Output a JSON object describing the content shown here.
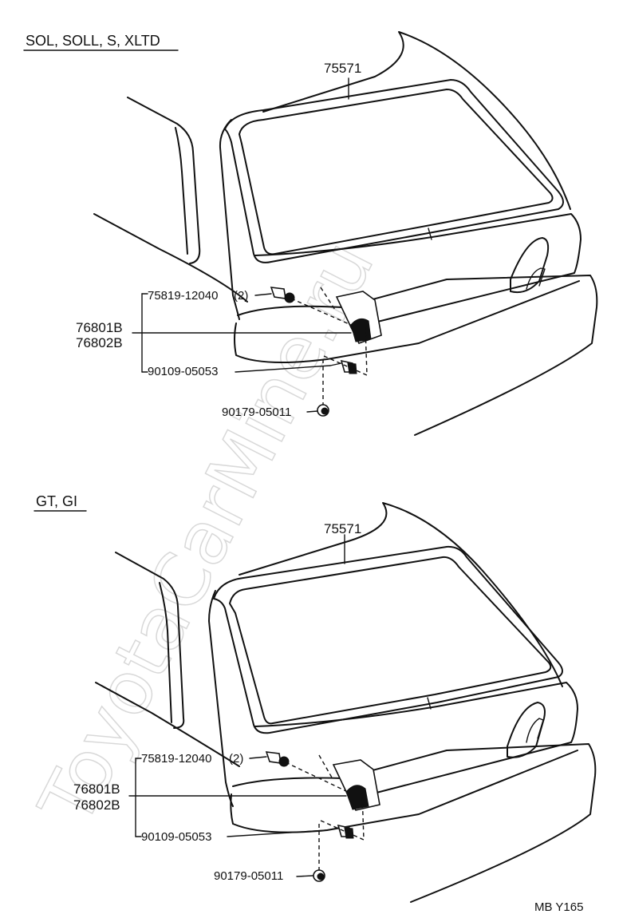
{
  "sections": [
    {
      "header": "SOL, SOLL, S, XLTD",
      "labels": {
        "glass": "75571",
        "clip": "75819-12040",
        "clip_qty": "(2)",
        "garnish_rh": "76801B",
        "garnish_lh": "76802B",
        "screw": "90109-05053",
        "nut": "90179-05011"
      }
    },
    {
      "header": "GT, GI",
      "labels": {
        "glass": "75571",
        "clip": "75819-12040",
        "clip_qty": "(2)",
        "garnish_rh": "76801B",
        "garnish_lh": "76802B",
        "screw": "90109-05053",
        "nut": "90179-05011"
      }
    }
  ],
  "watermark": "ToyotaCarMine.ru",
  "figure_id": "MB Y165"
}
